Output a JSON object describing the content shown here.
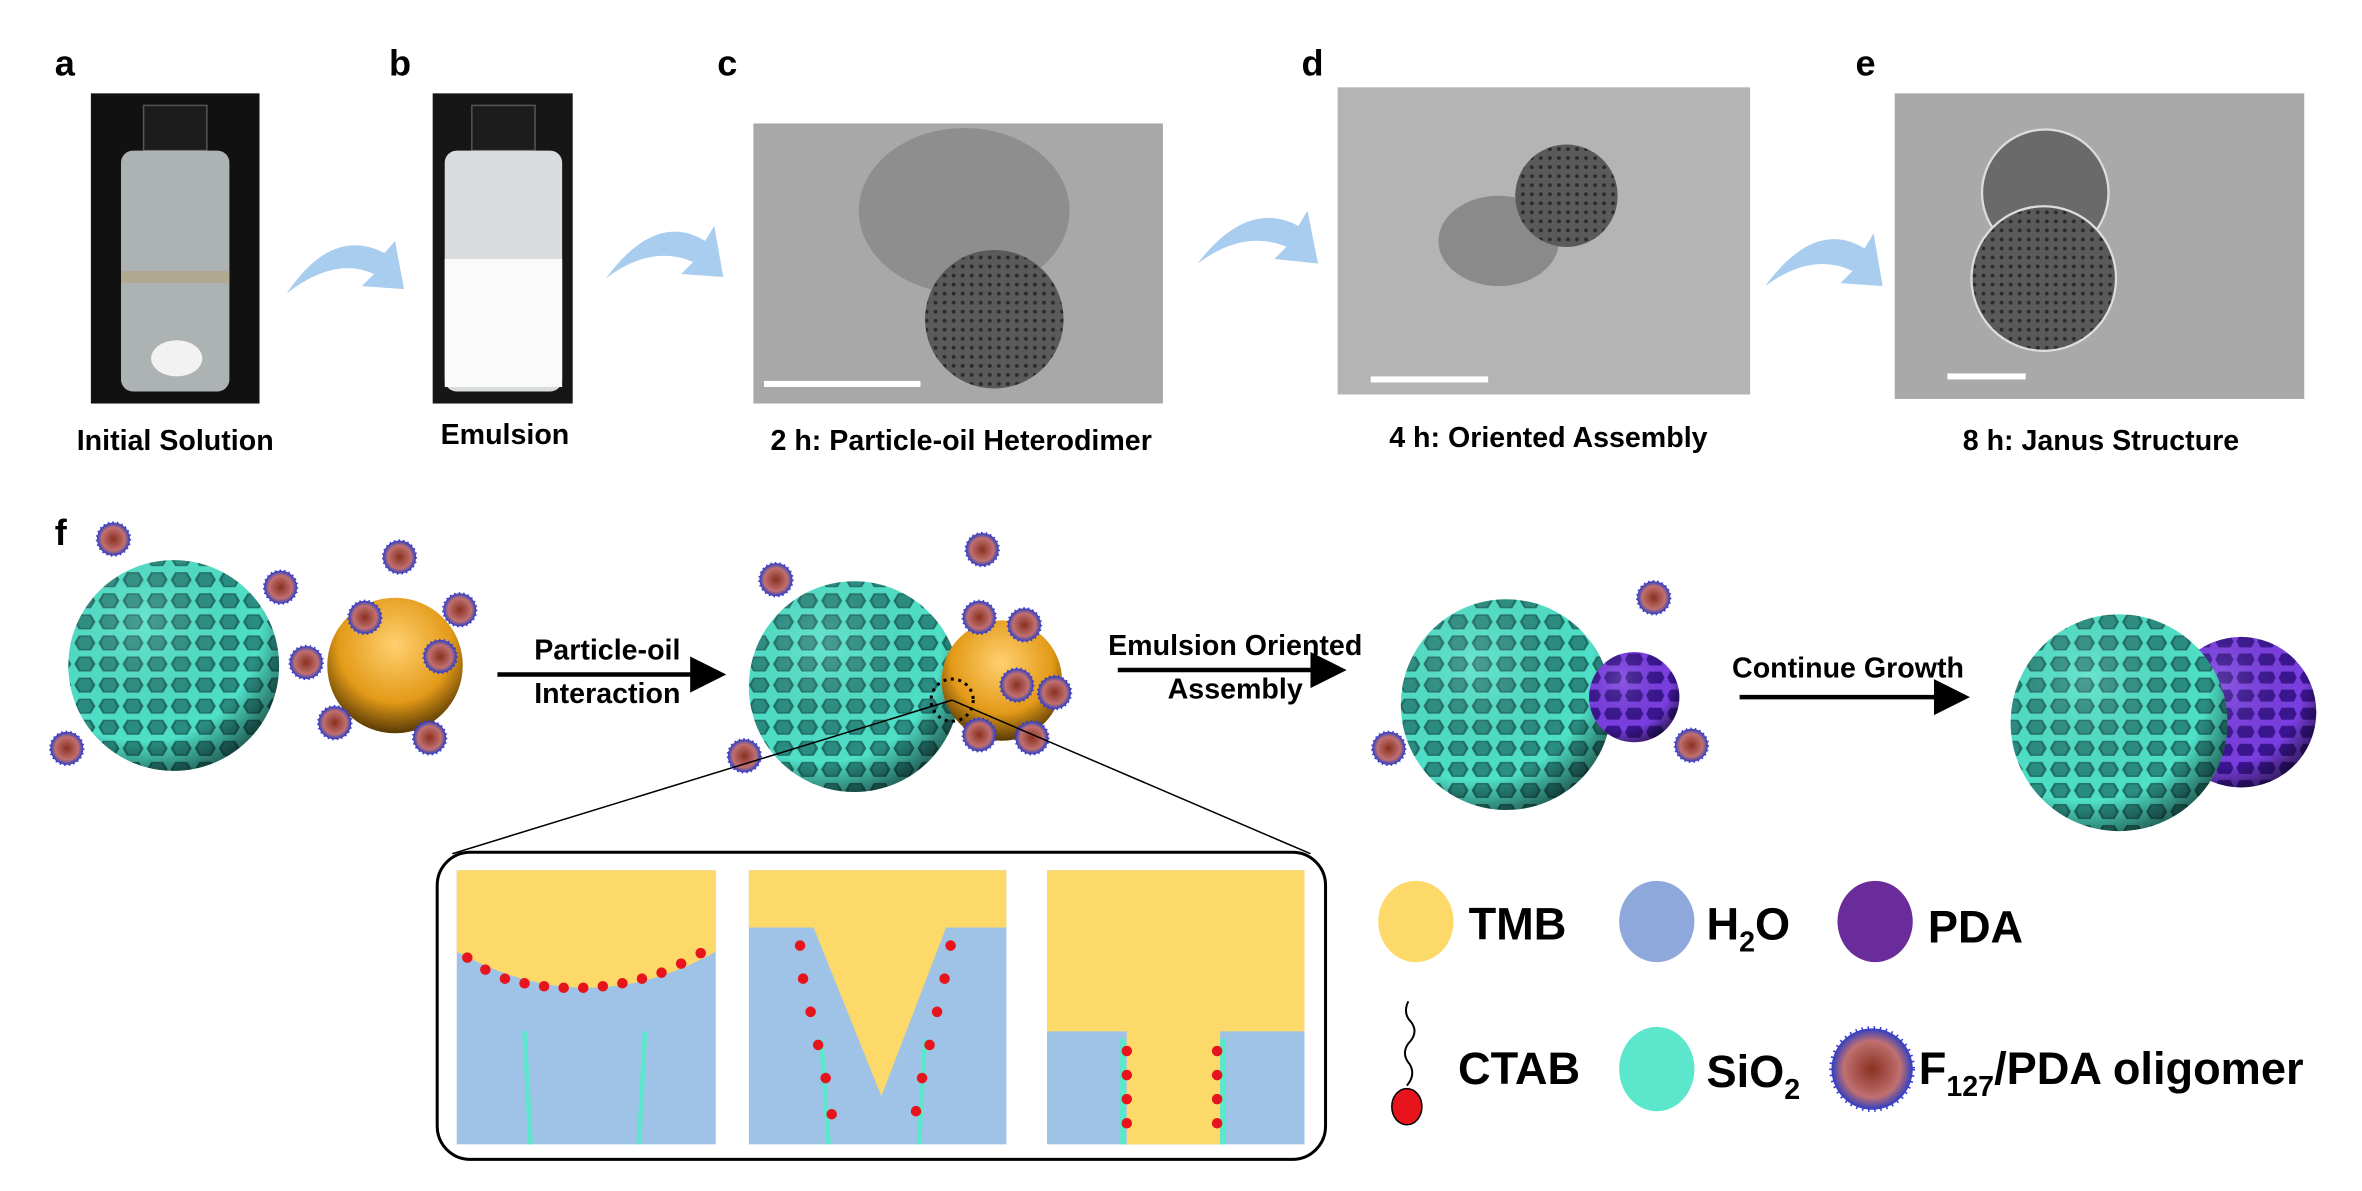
{
  "panels": {
    "a": {
      "letter": "a",
      "caption": "Initial Solution"
    },
    "b": {
      "letter": "b",
      "caption": "Emulsion"
    },
    "c": {
      "letter": "c",
      "caption": "2 h: Particle-oil Heterodimer"
    },
    "d": {
      "letter": "d",
      "caption": "4 h: Oriented Assembly"
    },
    "e": {
      "letter": "e",
      "caption": "8 h: Janus Structure"
    },
    "f": {
      "letter": "f"
    }
  },
  "scheme": {
    "step1": {
      "line1": "Particle-oil",
      "line2": "Interaction"
    },
    "step2": {
      "line1": "Emulsion Oriented",
      "line2": "Assembly"
    },
    "step3": {
      "line1": "Continue Growth"
    }
  },
  "legend": {
    "tmb": "TMB",
    "h2o": {
      "base": "H",
      "sub": "2",
      "rest": "O"
    },
    "pda": "PDA",
    "ctab": "CTAB",
    "sio2": {
      "base": "SiO",
      "sub": "2"
    },
    "f127": {
      "base": "F",
      "sub": "127",
      "rest": "/PDA oligomer"
    }
  },
  "colors": {
    "tmb": "#fdd96a",
    "h2o": "#9fc3e6",
    "pda": "#6a2c9a",
    "sio2": "#5ce6cc",
    "ctab_head": "#e8141c",
    "arrow_blue": "#a9cdef",
    "oil": "#e8a020"
  }
}
